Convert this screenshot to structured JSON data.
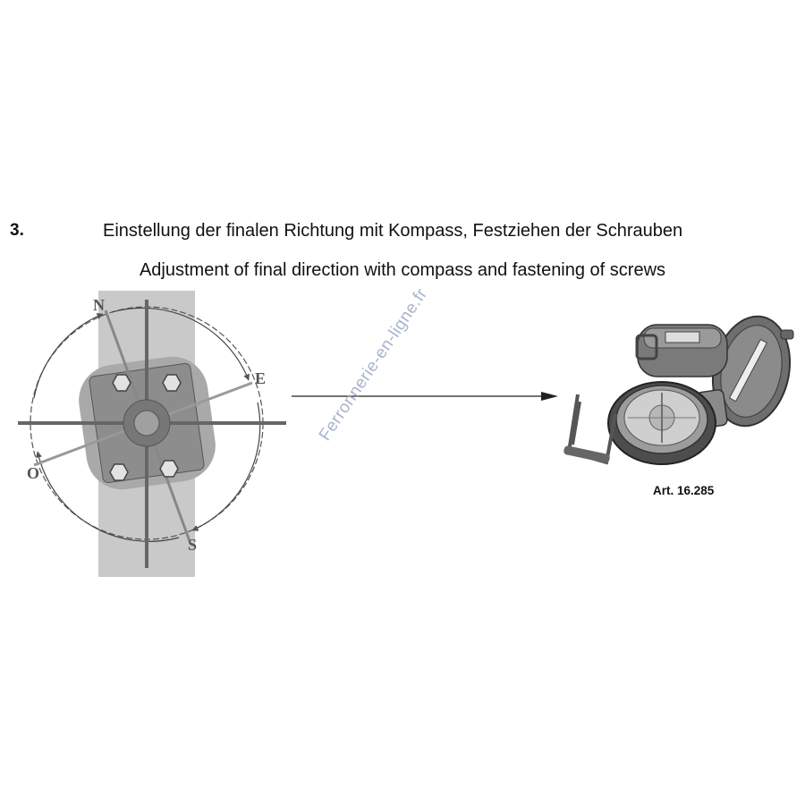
{
  "step": {
    "number": "3."
  },
  "title": {
    "german": "Einstellung der finalen Richtung mit Kompass,  Festziehen der Schrauben",
    "english": "Adjustment of final direction with compass and fastening of screws"
  },
  "compass_diagram": {
    "directions": {
      "north": "N",
      "east": "E",
      "south": "S",
      "west": "O"
    }
  },
  "product": {
    "article_label": "Art. 16.285"
  },
  "watermark": {
    "text": "Ferronnerie-en-ligne.fr"
  }
}
